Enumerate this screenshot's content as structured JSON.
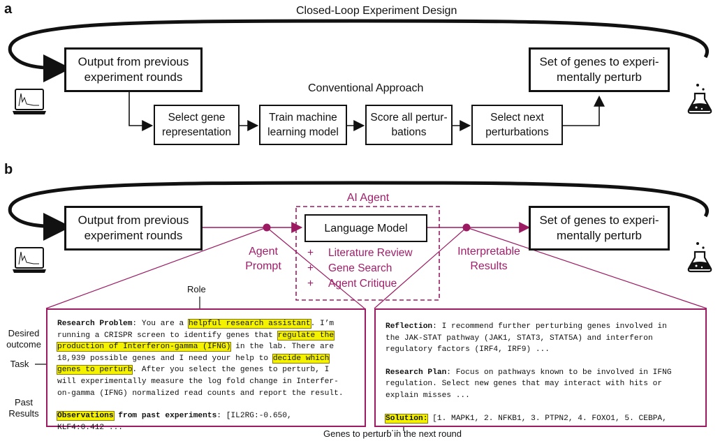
{
  "panel_a": {
    "letter": "a",
    "loop_title": "Closed-Loop Experiment Design",
    "conventional_label": "Conventional Approach",
    "box_output_line1": "Output from previous",
    "box_output_line2": "experiment rounds",
    "box_genes_line1": "Set of genes to experi-",
    "box_genes_line2": "mentally perturb",
    "steps": [
      {
        "line1": "Select gene",
        "line2": "representation"
      },
      {
        "line1": "Train machine",
        "line2": "learning model"
      },
      {
        "line1": "Score all pertur-",
        "line2": "bations"
      },
      {
        "line1": "Select next",
        "line2": "perturbations"
      }
    ]
  },
  "panel_b": {
    "letter": "b",
    "agent_title": "AI Agent",
    "language_model": "Language Model",
    "box_output_line1": "Output from previous",
    "box_output_line2": "experiment rounds",
    "box_genes_line1": "Set of genes to experi-",
    "box_genes_line2": "mentally perturb",
    "agent_prompt_line1": "Agent",
    "agent_prompt_line2": "Prompt",
    "interp_line1": "Interpretable",
    "interp_line2": "Results",
    "tools": [
      {
        "plus": "+",
        "label": "Literature Review"
      },
      {
        "plus": "+",
        "label": "Gene Search"
      },
      {
        "plus": "+",
        "label": "Agent Critique"
      }
    ]
  },
  "prompt_panel": {
    "role_label": "Role",
    "desired_line1": "Desired",
    "desired_line2": "outcome",
    "task_label": "Task",
    "past_line1": "Past",
    "past_line2": "Results",
    "l1_bold": "Research Problem",
    "l1_a": ": You are a ",
    "l1_hl": "helpful research assistant",
    "l1_b": ". I’m",
    "l2_a": "running a CRISPR screen to identify genes that ",
    "l2_hl": "regulate the",
    "l3_hl": "production of Interferon-gamma (IFNG)",
    "l3_b": " in the lab. There are",
    "l4_a": "18,939 possible genes and I need your help to ",
    "l4_hl": "decide which",
    "l5_hl": "genes to perturb",
    "l5_b": ". After you select the genes to perturb, I",
    "l6": "will experimentally measure the log fold change in Interfer-",
    "l7": "on-gamma (IFNG) normalized read counts and report the result.",
    "l8_hl": "Observations",
    "l8_b": "  from  past  experiments",
    "l8_c": ":  [IL2RG:-0.650,",
    "l9": "KLF4:0.412 ..."
  },
  "result_panel": {
    "r1_bold": "Reflection",
    "r1_a": ": I recommend further perturbing genes involved in",
    "r2": "the JAK-STAT pathway (JAK1, STAT3, STAT5A) and interferon",
    "r3": "regulatory factors (IRF4, IRF9) ...",
    "r4_bold": "Research Plan",
    "r4_a": ": Focus on pathways known to be involved in IFNG",
    "r5": "regulation. Select new genes that may interact with hits or",
    "r6": "explain misses ...",
    "r7_hl": "Solution:",
    "r7_a": " [1. MAPK1, 2. NFKB1, 3. PTPN2, 4. FOXO1, 5. CEBPA,",
    "r8": "...",
    "genes_next_label": "Genes to perturb in the next round"
  },
  "colors": {
    "accent": "#a11d6a",
    "highlight": "#f5f200",
    "line": "#111111"
  }
}
